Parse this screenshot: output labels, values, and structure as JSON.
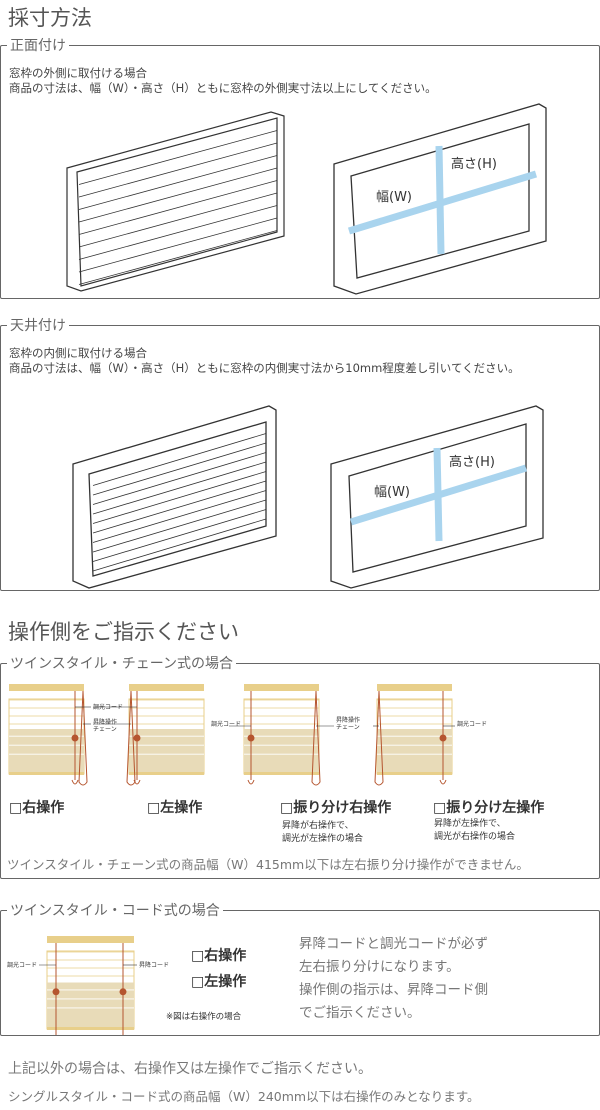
{
  "measure": {
    "title": "採寸方法",
    "front": {
      "legend": "正面付け",
      "line1": "窓枠の外側に取付ける場合",
      "line2": "商品の寸法は、幅（W）・高さ（H）ともに窓枠の外側実寸法以上にしてください。"
    },
    "ceiling": {
      "legend": "天井付け",
      "line1": "窓枠の内側に取付ける場合",
      "line2": "商品の寸法は、幅（W）・高さ（H）ともに窓枠の内側実寸法から10mm程度差し引いてください。"
    },
    "width_label": "幅(W)",
    "height_label": "高さ(H)"
  },
  "operation": {
    "title": "操作側をご指示ください",
    "chain": {
      "legend": "ツインスタイル・チェーン式の場合",
      "labels": {
        "dimmer_cord": "調光コード",
        "lift_chain_1": "昇降操作",
        "lift_chain_2": "チェーン"
      },
      "options": [
        {
          "label": "□右操作",
          "note1": "",
          "note2": ""
        },
        {
          "label": "□左操作",
          "note1": "",
          "note2": ""
        },
        {
          "label": "□振り分け右操作",
          "note1": "昇降が右操作で、",
          "note2": "調光が左操作の場合"
        },
        {
          "label": "□振り分け左操作",
          "note1": "昇降が左操作で、",
          "note2": "調光が右操作の場合"
        }
      ],
      "footnote": "ツインスタイル・チェーン式の商品幅（W）415mm以下は左右振り分け操作ができません。"
    },
    "cord": {
      "legend": "ツインスタイル・コード式の場合",
      "labels": {
        "dimmer_cord": "調光コード",
        "lift_cord": "昇降コード"
      },
      "options": [
        "□右操作",
        "□左操作"
      ],
      "figure_note": "※図は右操作の場合",
      "desc": [
        "昇降コードと調光コードが必ず",
        "左右振り分けになります。",
        "操作側の指示は、昇降コード側",
        "でご指示ください。"
      ]
    },
    "bottom1": "上記以外の場合は、右操作又は左操作でご指示ください。",
    "bottom2": "シングルスタイル・コード式の商品幅（W）240mm以下は右操作のみとなります。"
  },
  "colors": {
    "headrail": "#e8cf8a",
    "fabric": "#e8dbb8",
    "cord": "#b5552f",
    "arrow": "#a9d4ee"
  }
}
